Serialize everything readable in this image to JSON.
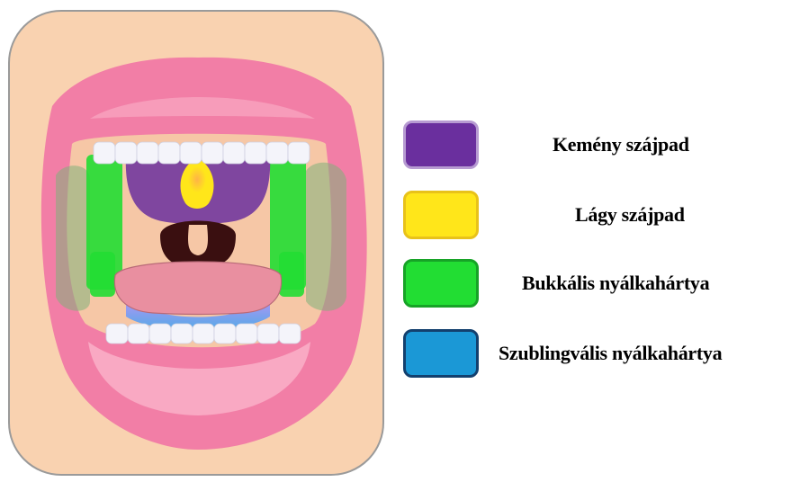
{
  "legend": [
    {
      "label": "Kemény szájpad",
      "fill": "#6a2f9e",
      "border": "#b79bd2",
      "region": "hard-palate"
    },
    {
      "label": "Lágy szájpad",
      "fill": "#ffe61a",
      "border": "#e8c21a",
      "region": "soft-palate"
    },
    {
      "label": "Bukkális nyálkahártya",
      "fill": "#22dd33",
      "border": "#17a327",
      "region": "buccal-mucosa"
    },
    {
      "label": "Szublingvális nyálkahártya",
      "fill": "#1b98d6",
      "border": "#13406e",
      "region": "sublingual-mucosa"
    }
  ],
  "colors": {
    "skin": "#f9d2b0",
    "skin_border": "#9a9a9a",
    "lips": "#f27ea6",
    "lip_highlight": "#f9a9c3",
    "tongue": "#e98fa0",
    "teeth": "#f4f4fa",
    "throat": "#3a0f10"
  }
}
